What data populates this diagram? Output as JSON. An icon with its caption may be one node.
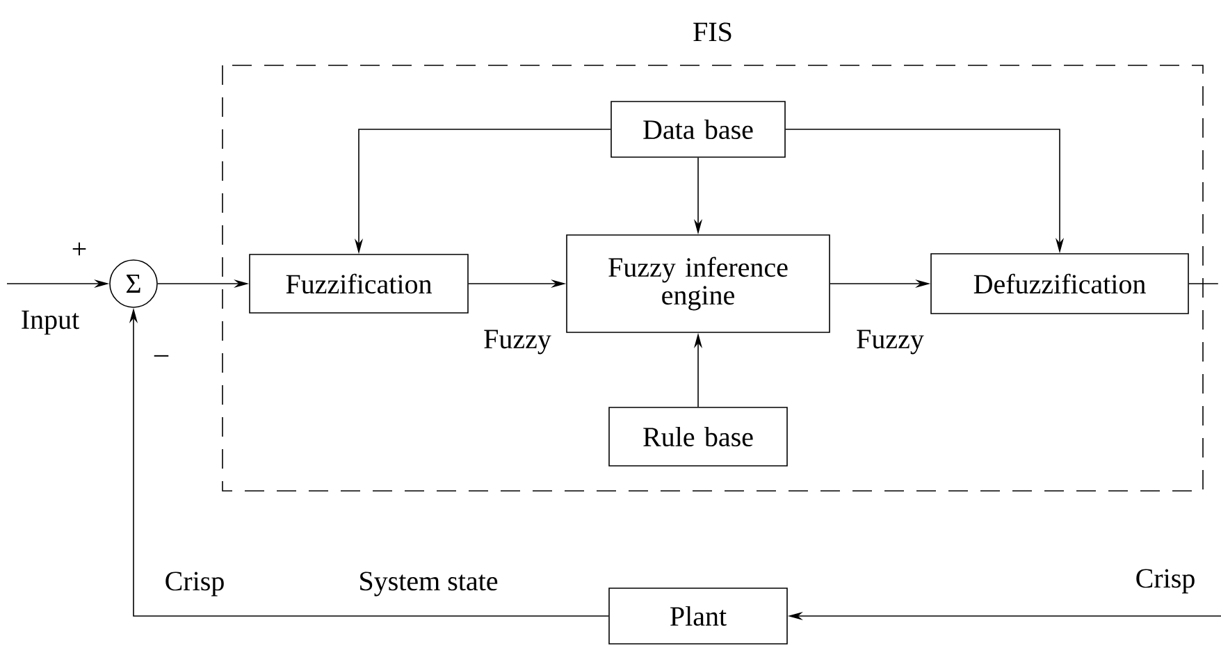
{
  "diagram": {
    "nodes": [
      {
        "text": [
          "FIS"
        ]
      },
      {
        "text": [
          "Σ"
        ]
      },
      {
        "text": [
          "Fuzzification"
        ],
        "in": 0
      },
      {
        "text": [
          "Data base"
        ],
        "in": 0
      },
      {
        "text": [
          "Fuzzy inference engine"
        ],
        "in": 0
      },
      {
        "text": [
          "Defuzzification"
        ],
        "in": 0
      },
      {
        "text": [
          "Rule base"
        ],
        "in": 0
      },
      {
        "text": [
          "Plant"
        ]
      }
    ],
    "edges": [
      {
        "from": null,
        "to": 1,
        "arrow": "to",
        "label": "Input"
      },
      {
        "from": 1,
        "to": 2,
        "arrow": "to"
      },
      {
        "from": 2,
        "to": 4,
        "arrow": "to",
        "label": "Fuzzy"
      },
      {
        "from": 4,
        "to": 5,
        "arrow": "to",
        "label": "Fuzzy"
      },
      {
        "from": 3,
        "to": 2,
        "arrow": "to"
      },
      {
        "from": 3,
        "to": 4,
        "arrow": "to"
      },
      {
        "from": 3,
        "to": 5,
        "arrow": "to"
      },
      {
        "from": 6,
        "to": 4,
        "arrow": "to"
      },
      {
        "from": 5,
        "to": null,
        "arrow": "none"
      },
      {
        "from": null,
        "to": 7,
        "arrow": "to",
        "label": "Crisp"
      },
      {
        "from": 7,
        "to": 1,
        "arrow": "to",
        "label": "System state"
      }
    ],
    "labels": [
      "+",
      "–",
      "Crisp"
    ]
  }
}
